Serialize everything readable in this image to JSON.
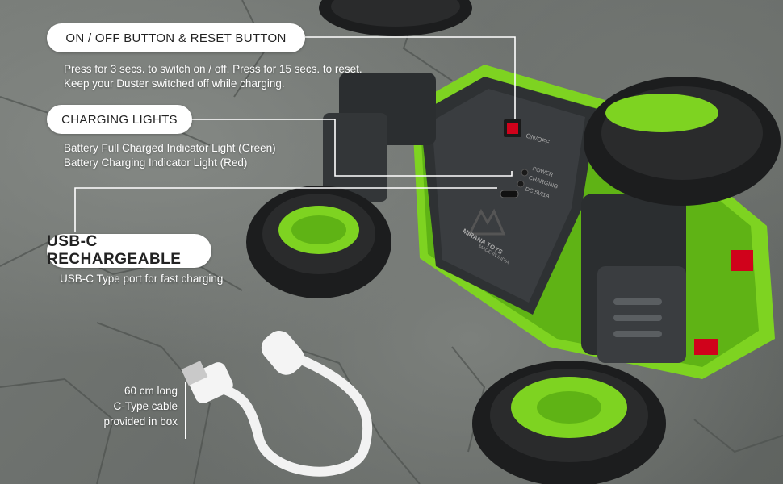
{
  "callouts": {
    "onoff": {
      "title": "ON / OFF BUTTON & RESET BUTTON",
      "lines": [
        "Press for 3 secs. to switch on / off. Press for 15 secs. to reset.",
        "Keep your Duster switched off while charging."
      ]
    },
    "charging": {
      "title": "CHARGING LIGHTS",
      "lines": [
        "Battery Full Charged Indicator Light (Green)",
        "Battery Charging Indicator Light (Red)"
      ]
    },
    "usbc": {
      "title": "USB-C RECHARGEABLE",
      "lines": [
        "USB-C Type port for fast charging"
      ]
    },
    "cable": {
      "lines": [
        "60 cm long",
        "C-Type cable",
        "provided in box"
      ]
    }
  },
  "product_labels": {
    "switch": "ON/OFF",
    "power": "POWER",
    "charging": "CHARGING",
    "port": "DC 5V/1A",
    "brand": "MIRANA TOYS",
    "origin": "MADE IN INDIA"
  },
  "colors": {
    "body_green": "#7ed321",
    "chassis": "#2e3133",
    "switch_red": "#d0021b"
  }
}
